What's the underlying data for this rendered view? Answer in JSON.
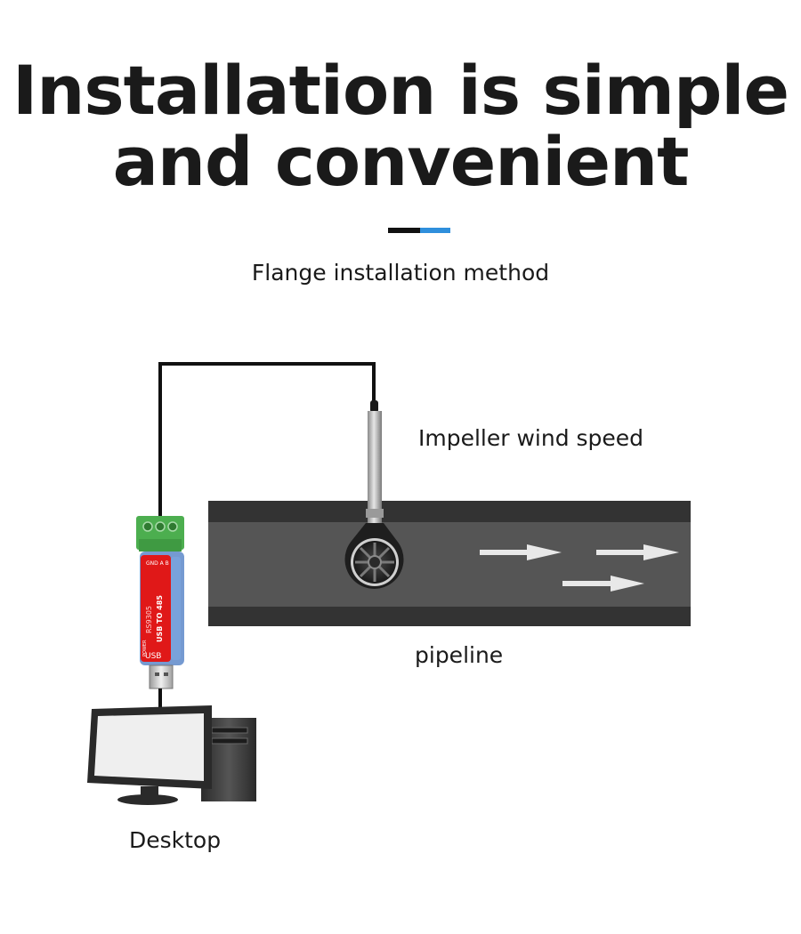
{
  "headline": {
    "line1": "Installation is simple",
    "line2": "and convenient"
  },
  "subtitle": "Flange installation method",
  "labels": {
    "sensor": "Impeller wind speed",
    "pipeline": "pipeline",
    "desktop": "Desktop"
  },
  "converter": {
    "brand": "RS9305",
    "model": "USB TO 485",
    "port": "USB",
    "power": "POWER",
    "terminals": [
      "GND",
      "A",
      "B"
    ]
  },
  "colors": {
    "accent_dark": "#111111",
    "accent_blue": "#2f8fdc",
    "pipe_outer": "#333333",
    "pipe_inner": "#555555",
    "flow_arrow": "#e8e8e8",
    "terminal_green": "#4cae4f",
    "converter_red": "#e01818",
    "converter_blue": "#5d88c9"
  }
}
